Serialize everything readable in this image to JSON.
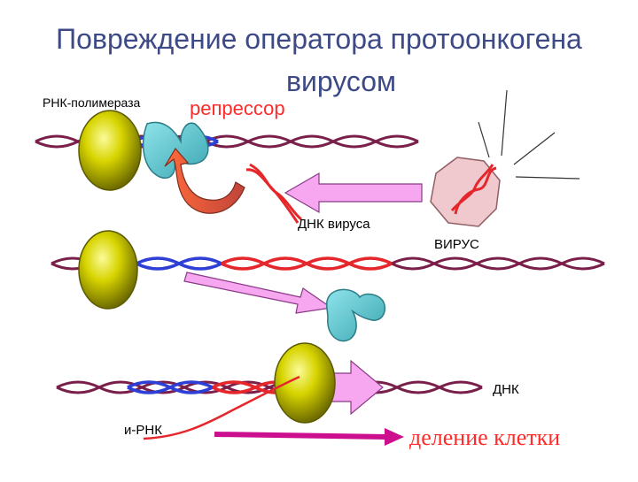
{
  "title": {
    "line1": "Повреждение оператора протоонкогена",
    "line2": "вирусом"
  },
  "labels": {
    "rna_polymerase": "РНК-полимераза",
    "repressor": "репрессор",
    "viral_dna": "ДНК вируса",
    "virus": "ВИРУС",
    "dna": "ДНК",
    "mrna": "и-РНК",
    "cell_division": "деление клетки"
  },
  "colors": {
    "title": "#3d4a86",
    "accent_red": "#ff2a2a",
    "dna_strand": "#7a1f4a",
    "operator_blue": "#2e3fd6",
    "gene_red": "#e5262a",
    "polymerase_fill": "#d7d400",
    "repressor_fill": "#5cc6cf",
    "arrow_pink": "#f6a7f0",
    "virus_fill": "#efc9cd",
    "arrow_magenta": "#cc0f8f"
  }
}
